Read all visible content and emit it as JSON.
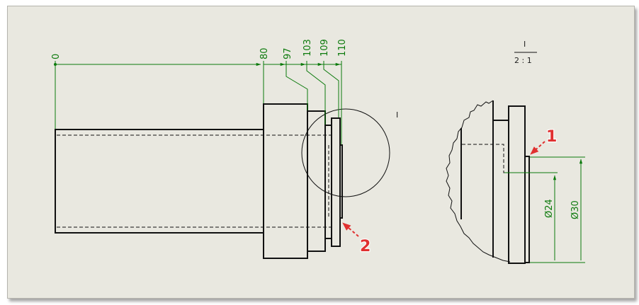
{
  "drawing": {
    "dimensions": {
      "base": "0",
      "d80": "80",
      "d97": "97",
      "d103": "103",
      "d109": "109",
      "d110": "110",
      "dia24": "Ø24",
      "dia30": "Ø30"
    },
    "detail_label": {
      "letter": "I",
      "scale": "2 : 1"
    },
    "detail_circle_label": "I",
    "callouts": {
      "one": "1",
      "two": "2"
    },
    "colors": {
      "dimension": "#0c7a0c",
      "callout": "#e03030",
      "sheet": "#e9e8e0"
    }
  }
}
